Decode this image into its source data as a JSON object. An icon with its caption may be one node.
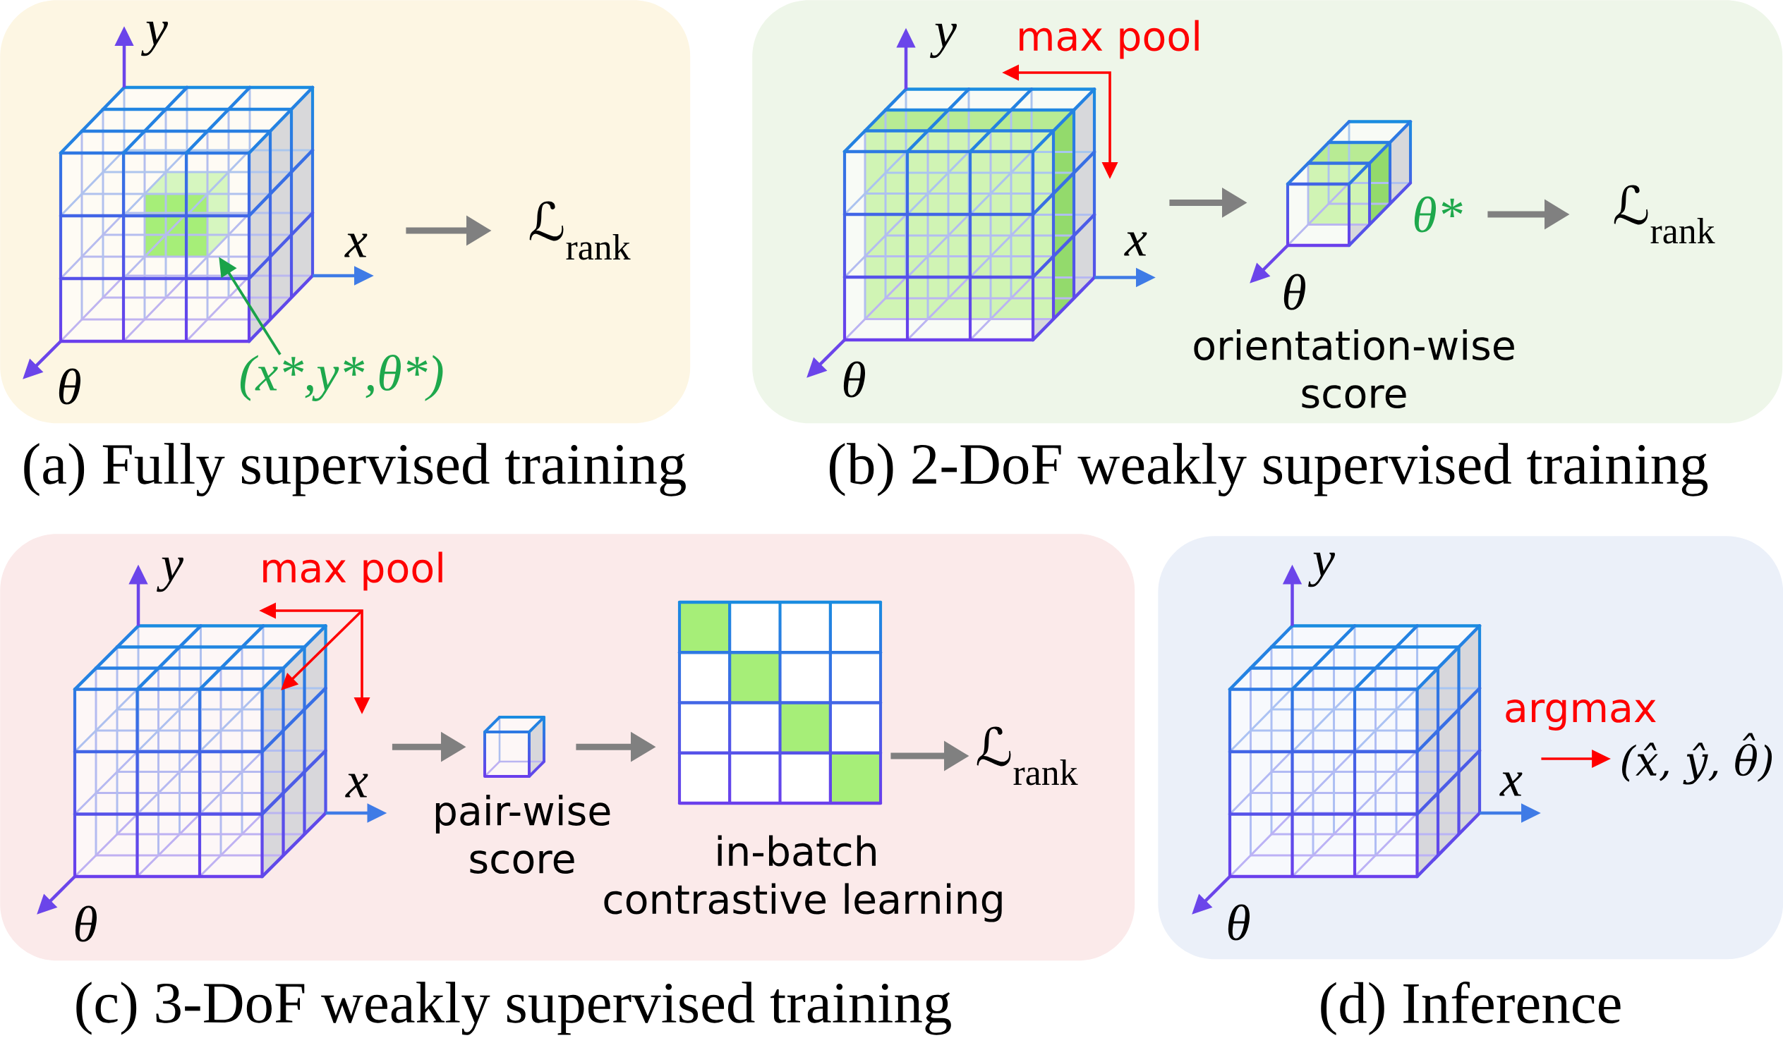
{
  "diagram": {
    "nodes": [
      {
        "text": [
          "(a) Fully supervised training"
        ]
      },
      {
        "text": [],
        "shape": "cube",
        "in": 0,
        "beside": [
          "y",
          "x",
          "θ"
        ]
      },
      {
        "text": [],
        "shape": "box",
        "in": 1
      },
      {
        "text": [
          "ℒ$_{rank}$"
        ],
        "in": 0
      },
      {
        "text": [
          "(x*,y*,θ*)"
        ],
        "in": 0
      },
      {
        "text": [
          "(b) 2-DoF weakly supervised training"
        ]
      },
      {
        "text": [],
        "shape": "cube",
        "in": 5,
        "beside": [
          "y",
          "x",
          "θ"
        ]
      },
      {
        "text": [],
        "shape": "cube",
        "in": 5,
        "beside": [
          "θ*",
          "θ",
          "orientation-wise score"
        ]
      },
      {
        "text": [
          "ℒ$_{rank}$"
        ],
        "in": 5
      },
      {
        "text": [
          "(c) 3-DoF weakly supervised training"
        ]
      },
      {
        "text": [],
        "shape": "cube",
        "in": 9,
        "beside": [
          "y",
          "x",
          "θ"
        ]
      },
      {
        "text": [],
        "shape": "cube",
        "in": 9,
        "beside": [
          "pair-wise score"
        ]
      },
      {
        "text": [],
        "shape": "grid",
        "in": 9,
        "beside": [
          "in-batch contrastive learning"
        ]
      },
      {
        "text": [
          "ℒ$_{rank}$"
        ],
        "in": 9
      },
      {
        "text": [
          "(d) Inference"
        ]
      },
      {
        "text": [],
        "shape": "cube",
        "in": 14,
        "beside": [
          "y",
          "x",
          "θ"
        ]
      },
      {
        "text": [
          "(x̂, ŷ, θ̂)"
        ],
        "in": 14
      }
    ],
    "edges": [
      {
        "from": 1,
        "to": 3,
        "arrow": "to"
      },
      {
        "from": 4,
        "to": 2,
        "arrow": "to",
        "color": "#1aa34a"
      },
      {
        "from": 6,
        "to": 7,
        "arrow": "to"
      },
      {
        "from": 7,
        "to": 8,
        "arrow": "to"
      },
      {
        "from": 10,
        "to": 11,
        "arrow": "to"
      },
      {
        "from": 11,
        "to": 12,
        "arrow": "to"
      },
      {
        "from": 12,
        "to": 13,
        "arrow": "to"
      },
      {
        "from": 15,
        "to": 16,
        "arrow": "to",
        "label": "argmax",
        "color": "#ff0000"
      }
    ],
    "labels": [
      "max pool",
      "max pool"
    ]
  }
}
